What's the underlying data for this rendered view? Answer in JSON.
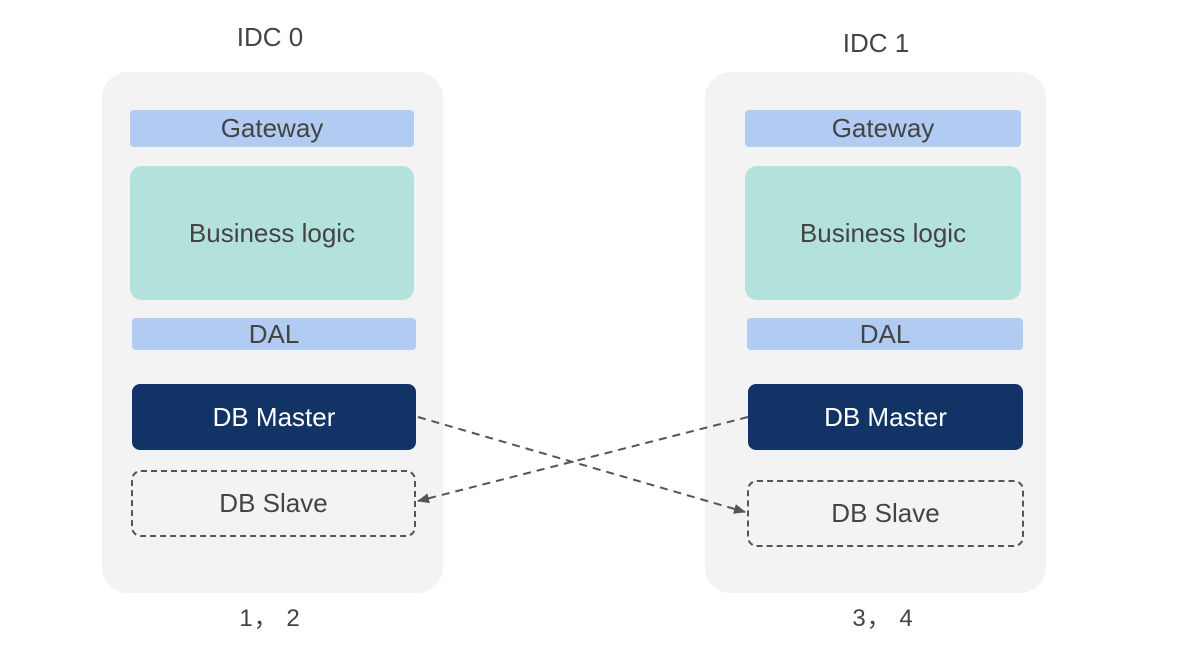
{
  "idc": [
    {
      "title": "IDC 0",
      "gateway": "Gateway",
      "business": "Business logic",
      "dal": "DAL",
      "master": "DB Master",
      "slave": "DB Slave",
      "footer": "1， 2"
    },
    {
      "title": "IDC 1",
      "gateway": "Gateway",
      "business": "Business logic",
      "dal": "DAL",
      "master": "DB Master",
      "slave": "DB Slave",
      "footer": "3， 4"
    }
  ],
  "colors": {
    "panel": "#f3f3f3",
    "gateway": "#b2cbf2",
    "business": "#b3e1dc",
    "dal": "#b2cbf2",
    "master": "#113366",
    "arrow": "#555555"
  }
}
